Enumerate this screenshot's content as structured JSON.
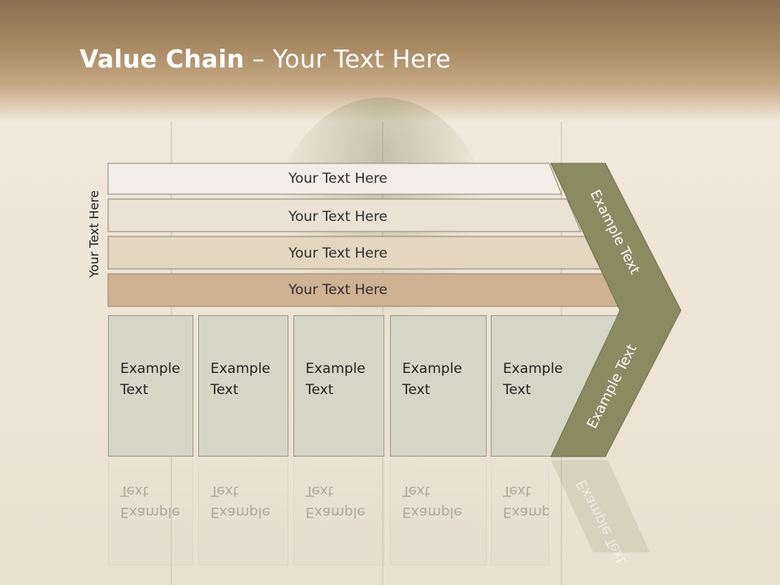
{
  "title": {
    "bold": "Value Chain",
    "rest": " – Your Text Here"
  },
  "side_label": "Your Text Here",
  "rows": [
    {
      "label": "Your Text Here",
      "fill": "#f2eee7"
    },
    {
      "label": "Your Text Here",
      "fill": "#ece2d4"
    },
    {
      "label": "Your Text Here",
      "fill": "#e5d6c2"
    },
    {
      "label": "Your Text Here",
      "fill": "#cfb291"
    }
  ],
  "chevron": {
    "top_label": "Example Text",
    "bottom_label": "Example Text",
    "color": "#8b8b62"
  },
  "cells": [
    {
      "label": "Example\nText"
    },
    {
      "label": "Example\nText"
    },
    {
      "label": "Example\nText"
    },
    {
      "label": "Example\nText"
    },
    {
      "label": "Example\nText"
    }
  ],
  "colors": {
    "cell_fill": "#d6d6c6",
    "banner": "#a5865f"
  }
}
